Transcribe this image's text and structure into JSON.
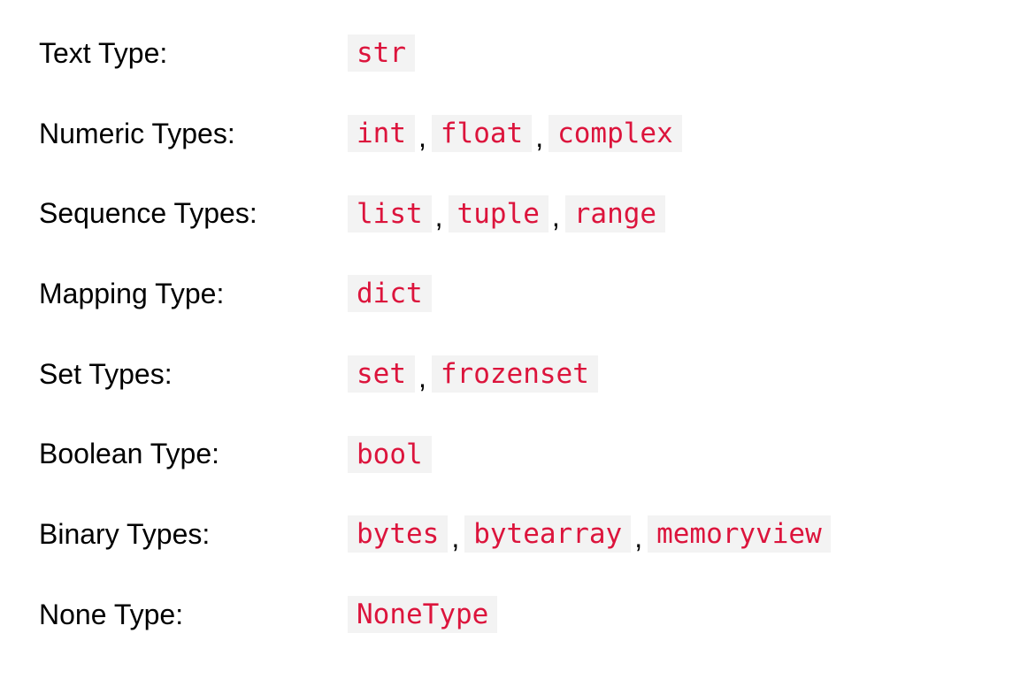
{
  "rows": [
    {
      "label": "Text Type:",
      "values": [
        "str"
      ]
    },
    {
      "label": "Numeric Types:",
      "values": [
        "int",
        "float",
        "complex"
      ]
    },
    {
      "label": "Sequence Types:",
      "values": [
        "list",
        "tuple",
        "range"
      ]
    },
    {
      "label": "Mapping Type:",
      "values": [
        "dict"
      ]
    },
    {
      "label": "Set Types:",
      "values": [
        "set",
        "frozenset"
      ]
    },
    {
      "label": "Boolean Type:",
      "values": [
        "bool"
      ]
    },
    {
      "label": "Binary Types:",
      "values": [
        "bytes",
        "bytearray",
        "memoryview"
      ]
    },
    {
      "label": "None Type:",
      "values": [
        "NoneType"
      ]
    }
  ],
  "separator": ",",
  "colors": {
    "code_text": "#dc143c",
    "code_background": "#f3f3f3",
    "label_text": "#000000"
  }
}
